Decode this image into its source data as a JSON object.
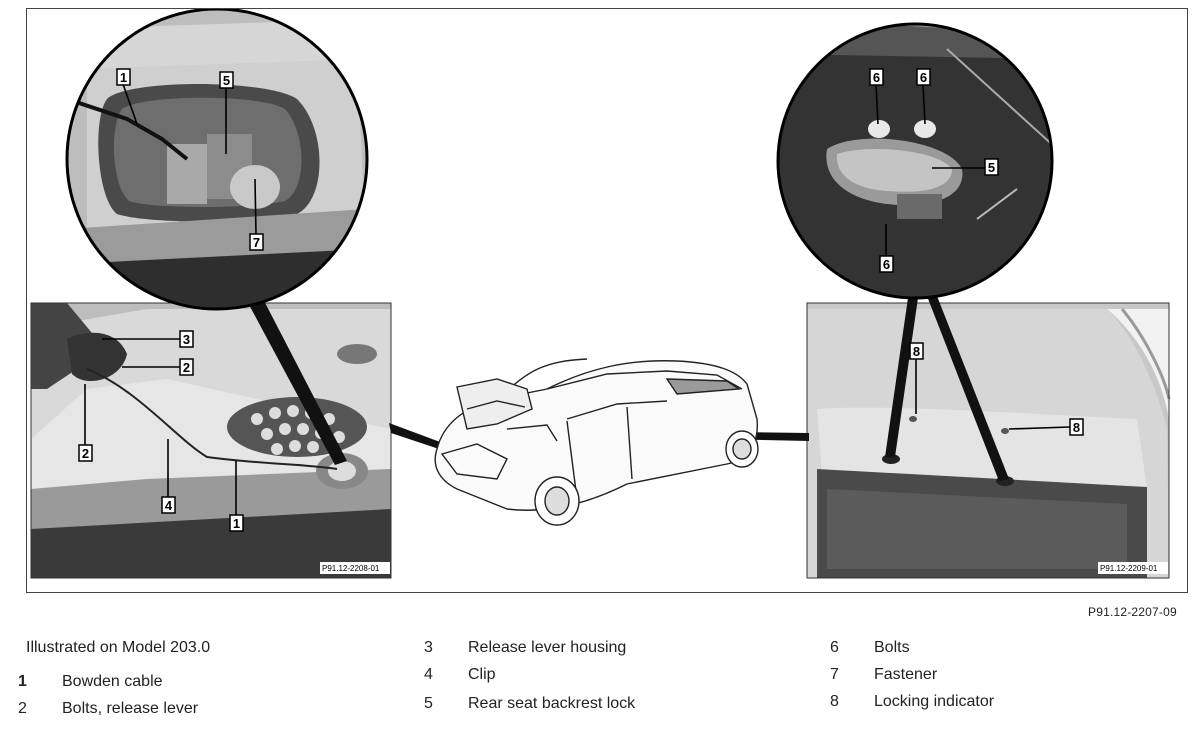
{
  "figure": {
    "reference": "P91.12-2207-09",
    "left_photo_ref": "P91.12-2208-01",
    "right_photo_ref": "P91.12-2209-01",
    "callouts": {
      "left_circle": [
        "1",
        "5",
        "7"
      ],
      "left_photo": [
        "3",
        "2",
        "2",
        "4",
        "1"
      ],
      "right_circle": [
        "6",
        "6",
        "5",
        "6"
      ],
      "right_photo": [
        "8",
        "8"
      ]
    }
  },
  "legend": {
    "title": "Illustrated on Model 203.0",
    "items": [
      {
        "num": "1",
        "label": "Bowden cable"
      },
      {
        "num": "2",
        "label": "Bolts, release lever"
      },
      {
        "num": "3",
        "label": "Release lever housing"
      },
      {
        "num": "4",
        "label": "Clip"
      },
      {
        "num": "5",
        "label": "Rear seat backrest lock"
      },
      {
        "num": "6",
        "label": "Bolts"
      },
      {
        "num": "7",
        "label": "Fastener"
      },
      {
        "num": "8",
        "label": "Locking indicator"
      }
    ]
  }
}
